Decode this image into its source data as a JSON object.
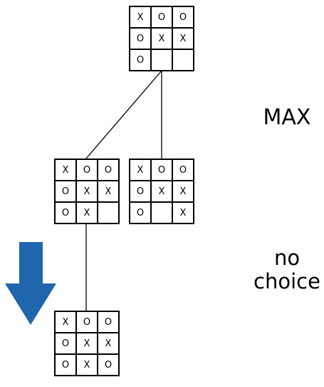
{
  "boards": {
    "root": [
      "X",
      "O",
      "O",
      "O",
      "X",
      "X",
      "O",
      "",
      ""
    ],
    "left": [
      "X",
      "O",
      "O",
      "O",
      "X",
      "X",
      "O",
      "X",
      ""
    ],
    "right": [
      "X",
      "O",
      "O",
      "O",
      "X",
      "X",
      "O",
      "",
      "X"
    ],
    "leaf": [
      "X",
      "O",
      "O",
      "O",
      "X",
      "X",
      "O",
      "X",
      "O"
    ]
  },
  "labels": {
    "max": "MAX",
    "no_choice_line1": "no",
    "no_choice_line2": "choice"
  },
  "colors": {
    "arrow": "#1f66ad",
    "lines": "#000000"
  },
  "icons": {
    "arrow": "down-arrow-icon"
  }
}
